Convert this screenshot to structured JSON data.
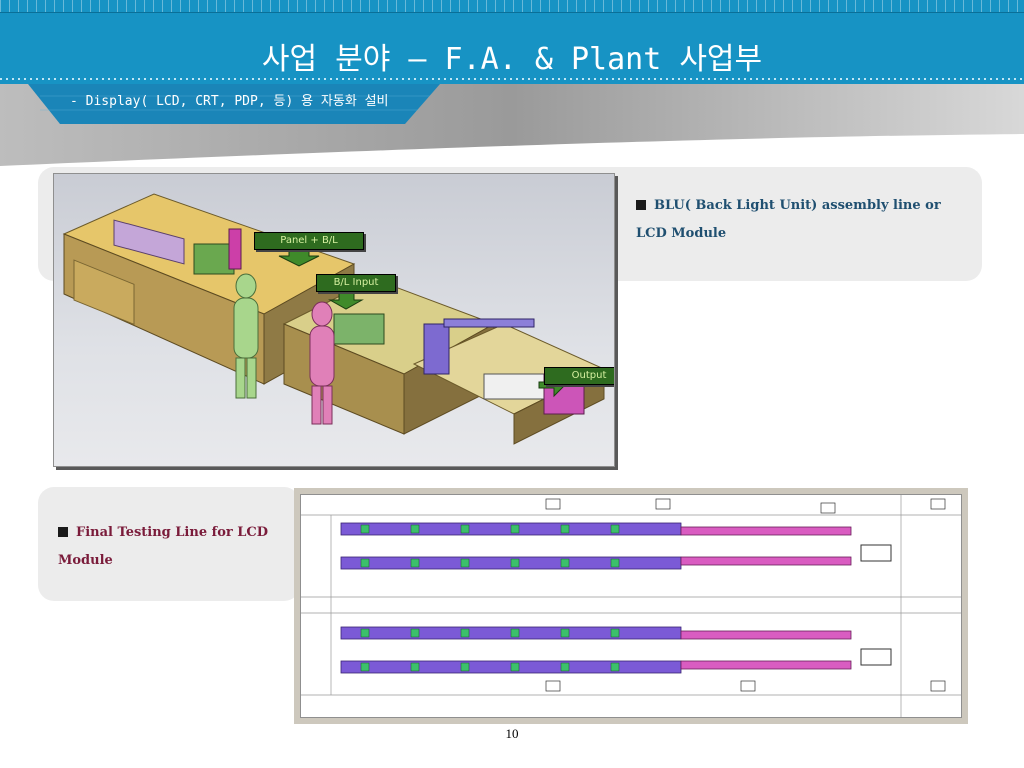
{
  "header": {
    "title": "사업 분야 – F.A. & Plant 사업부",
    "subtitle": "- Display( LCD, CRT, PDP, 등) 용 자동화 설비",
    "color": "#1793c4"
  },
  "section1": {
    "bullet_text": "BLU( Back Light Unit) assembly line or LCD Module",
    "callouts": [
      "Panel + B/L",
      "B/L Input",
      "Output"
    ]
  },
  "section2": {
    "bullet_text": "Final Testing Line for LCD Module"
  },
  "page_number": "10"
}
